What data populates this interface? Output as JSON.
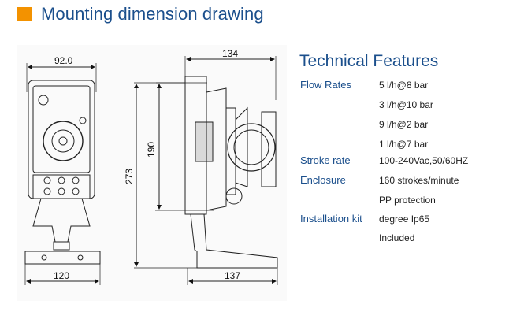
{
  "header": {
    "title": "Mounting dimension drawing"
  },
  "dimensions": {
    "front_width": "92.0",
    "depth_top": "134",
    "height_pump": "190",
    "height_total": "273",
    "base_width": "120",
    "base_depth": "137"
  },
  "features": {
    "title": "Technical Features",
    "rows": [
      {
        "label": "Flow Rates",
        "value": "5 l/h@8 bar"
      },
      {
        "label": "",
        "value": "3 l/h@10 bar"
      },
      {
        "label": "",
        "value": "9 l/h@2 bar"
      },
      {
        "label": "",
        "value": "1 l/h@7 bar"
      },
      {
        "label": "Stroke rate",
        "value": "100-240Vac,50/60HZ"
      },
      {
        "label": "Enclosure",
        "value": "160 strokes/minute"
      },
      {
        "label": "",
        "value": "PP protection"
      },
      {
        "label": "Installation kit",
        "value": "degree Ip65"
      },
      {
        "label": "",
        "value": "Included"
      }
    ]
  },
  "colors": {
    "accent": "#f39200",
    "heading": "#1b4f8c",
    "text": "#222222"
  }
}
